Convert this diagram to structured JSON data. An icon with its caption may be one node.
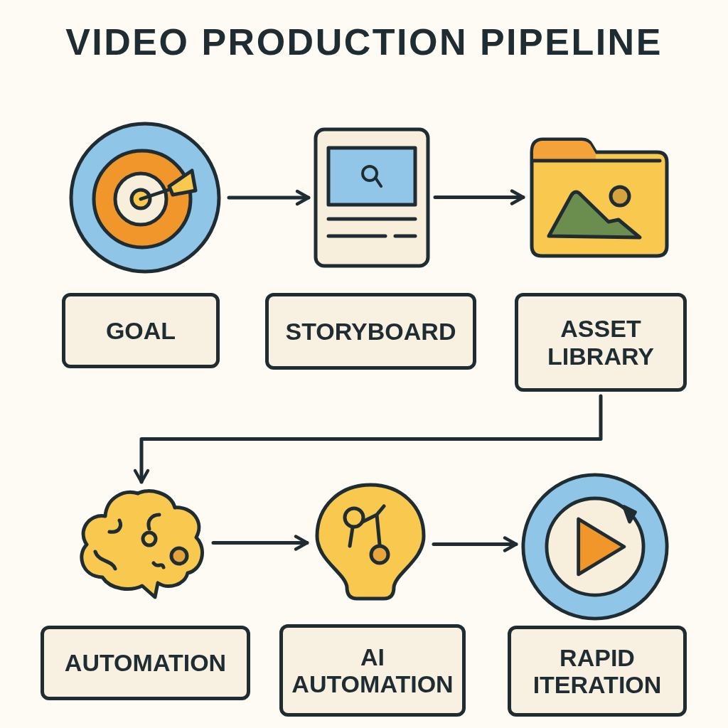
{
  "diagram": {
    "title": "VIDEO PRODUCTION PIPELINE",
    "nodes": [
      {
        "text": [],
        "shape": "picture"
      },
      {
        "text": [
          "GOAL"
        ]
      },
      {
        "text": [],
        "shape": "picture"
      },
      {
        "text": [
          "STORYBOARD"
        ]
      },
      {
        "text": [],
        "shape": "picture"
      },
      {
        "text": [
          "ASSET LIBRARY"
        ]
      },
      {
        "text": [],
        "shape": "picture"
      },
      {
        "text": [
          "AUTOMATION"
        ]
      },
      {
        "text": [],
        "shape": "picture"
      },
      {
        "text": [
          "AI AUTOMATION"
        ]
      },
      {
        "text": [],
        "shape": "picture"
      },
      {
        "text": [
          "RAPID ITERATION"
        ]
      }
    ],
    "edges": [
      {
        "from": 0,
        "to": 2,
        "arrow": "to"
      },
      {
        "from": 2,
        "to": 4,
        "arrow": "to"
      },
      {
        "from": 5,
        "to": 6,
        "arrow": "to"
      },
      {
        "from": 6,
        "to": 8,
        "arrow": "to"
      },
      {
        "from": 8,
        "to": 10,
        "arrow": "to"
      }
    ]
  }
}
